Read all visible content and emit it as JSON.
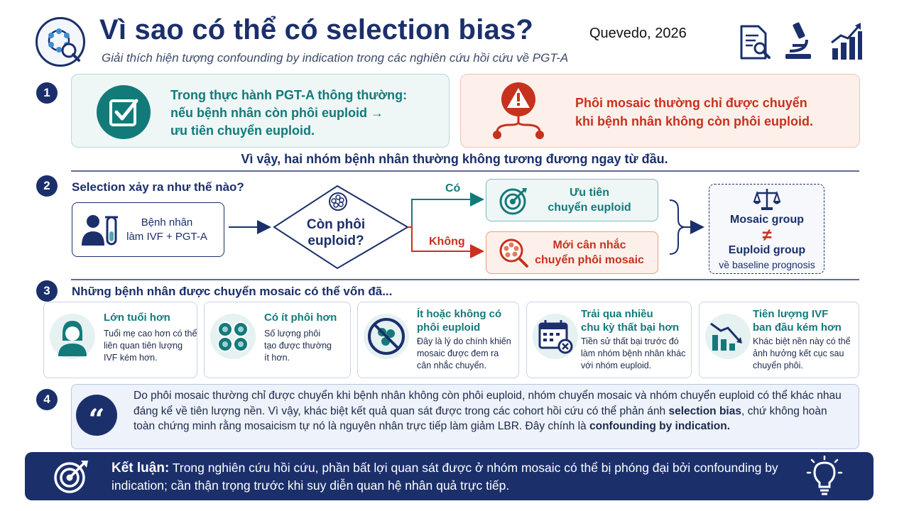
{
  "header": {
    "title": "Vì sao có thể có selection bias?",
    "author": "Quevedo, 2026",
    "subtitle": "Giải thích hiện tượng confounding by indication trong các nghiên cứu hồi cứu về PGT-A",
    "icons": [
      "embryo-search-icon",
      "document-search-icon",
      "microscope-icon",
      "bar-chart-growth-icon"
    ]
  },
  "section1": {
    "number": "1",
    "teal_lines": [
      "Trong thực hành PGT-A thông thường:",
      "nếu bệnh nhân còn phôi euploid →",
      "ưu tiên chuyển euploid."
    ],
    "red_lines": [
      "Phôi mosaic thường chỉ được chuyển",
      "khi bệnh nhân không còn phôi euploid."
    ],
    "conclusion": "Vì vậy, hai nhóm bệnh nhân thường không tương đương ngay từ đầu."
  },
  "section2": {
    "number": "2",
    "title": "Selection xảy ra như thế nào?",
    "patient_lines": [
      "Bệnh nhân",
      "làm IVF + PGT-A"
    ],
    "decision_lines": [
      "Còn phôi",
      "euploid?"
    ],
    "yes_label": "Có",
    "no_label": "Không",
    "yes_option_lines": [
      "Ưu tiên",
      "chuyển euploid"
    ],
    "no_option_lines": [
      "Mới cân nhắc",
      "chuyển phôi mosaic"
    ],
    "result": {
      "group_a": "Mosaic group",
      "neq": "≠",
      "group_b": "Euploid group",
      "note": "về baseline prognosis"
    }
  },
  "section3": {
    "number": "3",
    "title": "Những bệnh nhân được chuyển mosaic có thể vốn đã...",
    "cards": [
      {
        "title": [
          "Lớn tuổi hơn"
        ],
        "body": [
          "Tuổi mẹ cao hơn có thể",
          "liên quan tiên lượng",
          "IVF kém hơn."
        ],
        "icon": "woman-icon"
      },
      {
        "title": [
          "Có ít phôi hơn"
        ],
        "body": [
          "Số lượng phôi",
          "tạo được thường",
          "ít hơn."
        ],
        "icon": "embryos-icon"
      },
      {
        "title": [
          "Ít hoặc không có",
          "phôi euploid"
        ],
        "body": [
          "Đây là lý do chính khiến",
          "mosaic được đem ra",
          "cân nhắc chuyển."
        ],
        "icon": "no-embryo-icon"
      },
      {
        "title": [
          "Trải qua nhiều",
          "chu kỳ thất bại hơn"
        ],
        "body": [
          "Tiền sử thất bại trước đó",
          "làm nhóm bệnh nhân khác",
          "với nhóm euploid."
        ],
        "icon": "calendar-fail-icon"
      },
      {
        "title": [
          "Tiên lượng IVF",
          "ban đầu kém hơn"
        ],
        "body": [
          "Khác biệt nền này có thể",
          "ảnh hưởng kết cục sau",
          "chuyển phôi."
        ],
        "icon": "chart-down-icon"
      }
    ]
  },
  "section4": {
    "number": "4",
    "quote_mark": "“",
    "text_1": "Do phôi mosaic thường chỉ được chuyển khi bệnh nhân không còn phôi euploid, nhóm chuyển mosaic và nhóm chuyển euploid có thể khác nhau đáng kể về tiên lượng nền.  Vì vậy, khác biệt kết quả quan sát được trong các cohort hồi cứu có thể phản ánh ",
    "bold_1": "selection bias",
    "text_2": ", chứ không hoàn toàn chứng minh rằng mosaicism tự nó là nguyên nhân trực tiếp làm giảm LBR.  Đây chính là ",
    "bold_2": "confounding by indication."
  },
  "conclusion": {
    "label": "Kết luận:",
    "text": " Trong nghiên cứu hồi cứu, phần bất lợi quan sát được ở nhóm mosaic có thể bị phóng đại bởi confounding by indication; cần thận trọng trước khi suy diễn quan hệ nhân quả trực tiếp."
  },
  "colors": {
    "navy": "#1b2f6b",
    "teal": "#137a7a",
    "red": "#c8311d",
    "teal_bg": "#eef6f6",
    "red_bg": "#fdf0ea"
  }
}
